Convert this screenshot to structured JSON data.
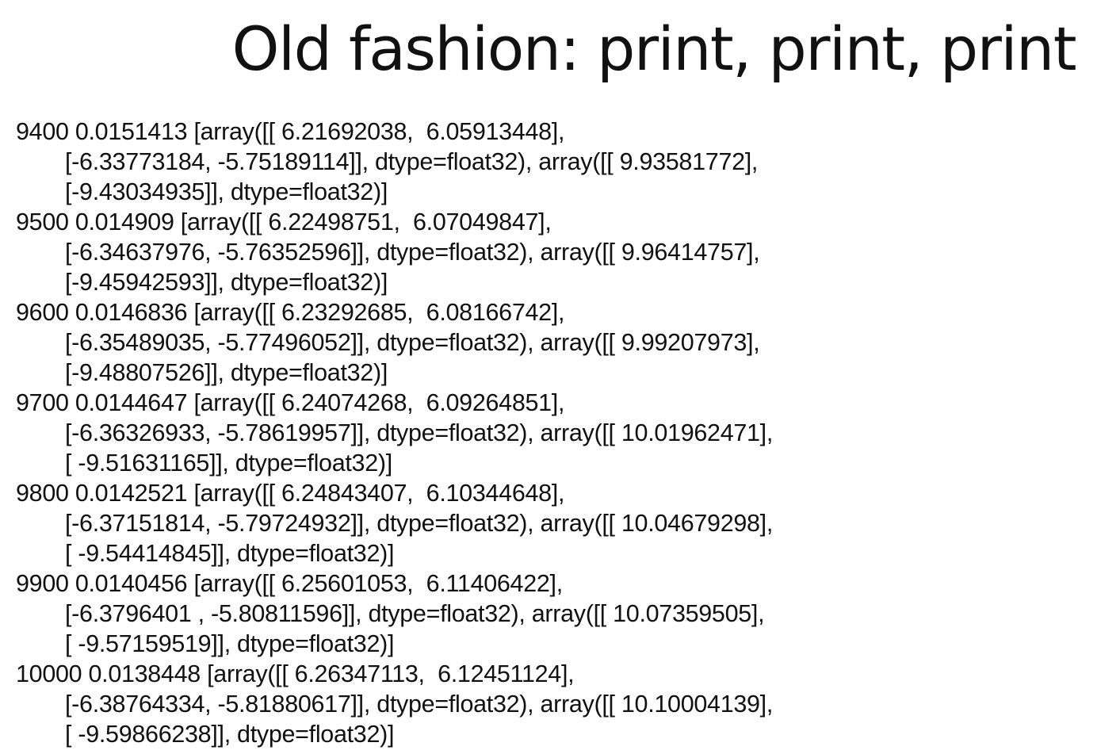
{
  "slide": {
    "title": "Old fashion: print, print, print",
    "entries": [
      {
        "line1": "9400 0.0151413 [array([[ 6.21692038,  6.05913448],",
        "line2": "[-6.33773184, -5.75189114]], dtype=float32), array([[ 9.93581772],",
        "line3": "[-9.43034935]], dtype=float32)]"
      },
      {
        "line1": "9500 0.014909 [array([[ 6.22498751,  6.07049847],",
        "line2": "[-6.34637976, -5.76352596]], dtype=float32), array([[ 9.96414757],",
        "line3": "[-9.45942593]], dtype=float32)]"
      },
      {
        "line1": "9600 0.0146836 [array([[ 6.23292685,  6.08166742],",
        "line2": "[-6.35489035, -5.77496052]], dtype=float32), array([[ 9.99207973],",
        "line3": "[-9.48807526]], dtype=float32)]"
      },
      {
        "line1": "9700 0.0144647 [array([[ 6.24074268,  6.09264851],",
        "line2": "[-6.36326933, -5.78619957]], dtype=float32), array([[ 10.01962471],",
        "line3": "[ -9.51631165]], dtype=float32)]"
      },
      {
        "line1": "9800 0.0142521 [array([[ 6.24843407,  6.10344648],",
        "line2": "[-6.37151814, -5.79724932]], dtype=float32), array([[ 10.04679298],",
        "line3": "[ -9.54414845]], dtype=float32)]"
      },
      {
        "line1": "9900 0.0140456 [array([[ 6.25601053,  6.11406422],",
        "line2": "[-6.3796401 , -5.80811596]], dtype=float32), array([[ 10.07359505],",
        "line3": "[ -9.57159519]], dtype=float32)]"
      },
      {
        "line1": "10000 0.0138448 [array([[ 6.26347113,  6.12451124],",
        "line2": "[-6.38764334, -5.81880617]], dtype=float32), array([[ 10.10004139],",
        "line3": "[ -9.59866238]], dtype=float32)]"
      }
    ]
  }
}
